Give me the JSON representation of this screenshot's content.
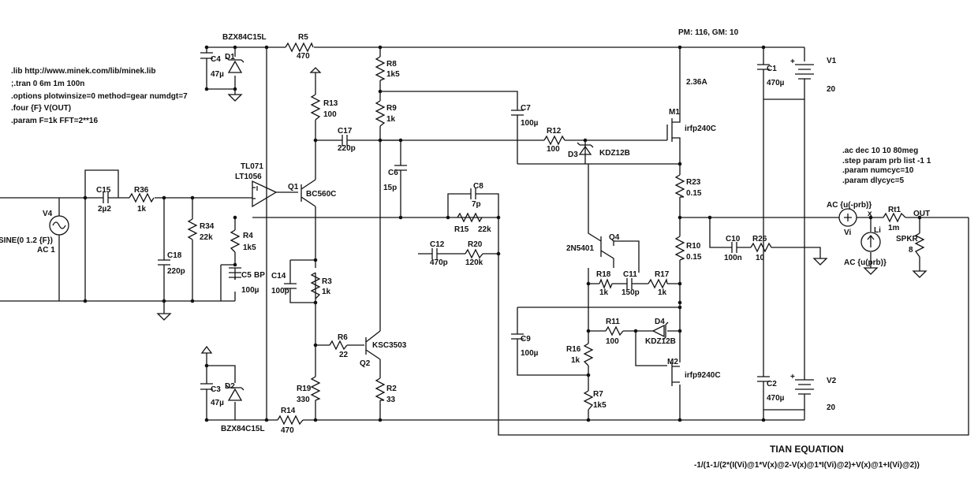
{
  "directives": [
    ".lib http://www.minek.com/lib/minek.lib",
    ";.tran 0 6m 1m 100n",
    ".options plotwinsize=0 method=gear numdgt=7",
    ".four {F} V(OUT)",
    ".param F=1k FFT=2**16"
  ],
  "ac_directives": [
    ".ac dec 10 10 80meg",
    ".step param prb list -1 1",
    ".param numcyc=10",
    ".param dlycyc=5"
  ],
  "pm_gm": "PM: 116, GM: 10",
  "current_note": "2.36A",
  "tian": {
    "title": "TIAN EQUATION",
    "formula": "-1/(1-1/(2*(I(Vi)@1*V(x)@2-V(x)@1*I(Vi)@2)+V(x)@1+I(Vi)@2))"
  },
  "labels": {
    "d1_part": "BZX84C15L",
    "d2_part": "BZX84C15L",
    "r5": "R5",
    "r5v": "470",
    "c4": "C4",
    "c4v": "47µ",
    "d1": "D1",
    "r8": "R8",
    "r8v": "1k5",
    "r9": "R9",
    "r9v": "1k",
    "r13": "R13",
    "r13v": "100",
    "c17": "C17",
    "c17v": "220p",
    "c7": "C7",
    "c7v": "100µ",
    "r12": "R12",
    "r12v": "100",
    "d3": "D3",
    "d3p": "KDZ12B",
    "m1": "M1",
    "m1p": "irfp240C",
    "c1": "C1",
    "c1v": "470µ",
    "v1": "V1",
    "v1v": "20",
    "opamp1": "TL071",
    "opamp2": "LT1056",
    "q1": "Q1",
    "q1p": "BC560C",
    "c6": "C6",
    "c6v": "15p",
    "c8": "C8",
    "c8v": "7p",
    "r15": "R15",
    "r15v": "22k",
    "r23": "R23",
    "r23v": "0.15",
    "c15": "C15",
    "c15v": "2µ2",
    "r36": "R36",
    "r36v": "1k",
    "v4": "V4",
    "v4s": "SINE(0 1.2 {F})",
    "v4ac": "AC 1",
    "r34": "R34",
    "r34v": "22k",
    "r4": "R4",
    "r4v": "1k5",
    "c18": "C18",
    "c18v": "220p",
    "c5": "C5",
    "c5bp": "BP",
    "c5v": "100µ",
    "c14": "C14",
    "c14v": "100p",
    "r3": "R3",
    "r3v": "1k",
    "c12": "C12",
    "c12v": "470p",
    "r20": "R20",
    "r20v": "120k",
    "q4": "Q4",
    "q4p": "2N5401",
    "r10": "R10",
    "r10v": "0.15",
    "c10": "C10",
    "c10v": "100n",
    "r26": "R26",
    "r26v": "10",
    "r18": "R18",
    "r18v": "1k",
    "c11": "C11",
    "c11v": "150p",
    "r17": "R17",
    "r17v": "1k",
    "vi_ac": "AC {u(-prb)}",
    "vi": "Vi",
    "xnode": "x",
    "rt1": "Rt1",
    "rt1v": "1m",
    "out": "OUT",
    "li": "Li",
    "li_ac": "AC {u(prb)}",
    "spkr": "SPKR",
    "spkrv": "8",
    "r6": "R6",
    "r6v": "22",
    "q2": "Q2",
    "q2p": "KSC3503",
    "c9": "C9",
    "c9v": "100µ",
    "r11": "R11",
    "r11v": "100",
    "d4": "D4",
    "d4p": "KDZ12B",
    "r16": "R16",
    "r16v": "1k",
    "m2": "M2",
    "m2p": "irfp9240C",
    "c3": "C3",
    "c3v": "47µ",
    "d2": "D2",
    "r19": "R19",
    "r19v": "330",
    "r2": "R2",
    "r2v": "33",
    "r7": "R7",
    "r7v": "1k5",
    "r14": "R14",
    "r14v": "470",
    "c2": "C2",
    "c2v": "470µ",
    "v2": "V2",
    "v2v": "20",
    "plus": "+"
  }
}
